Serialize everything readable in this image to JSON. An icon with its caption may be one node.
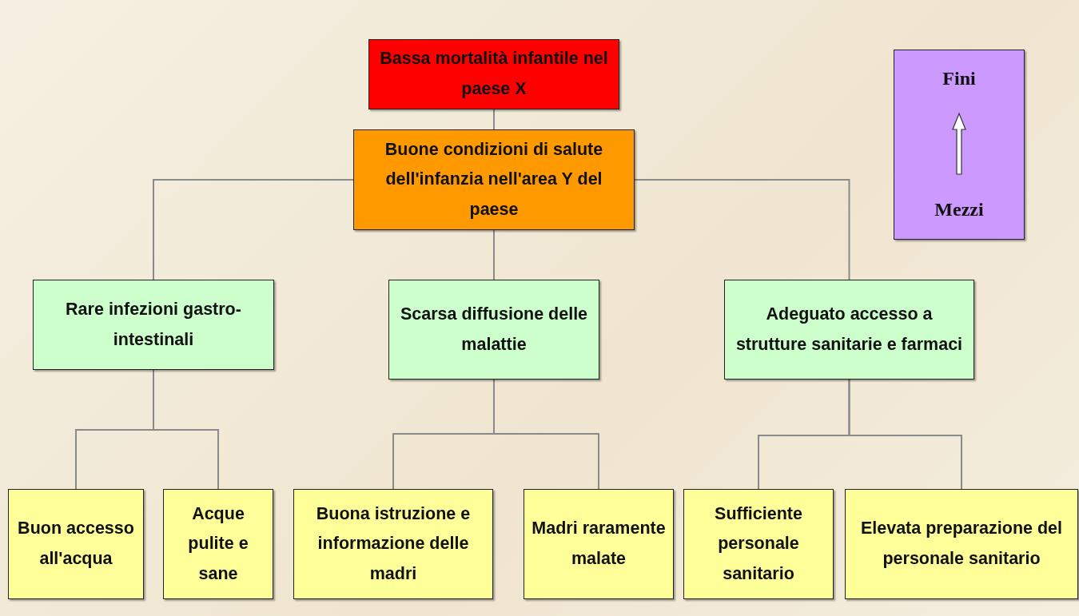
{
  "diagram": {
    "nodes": [
      {
        "text": [
          "Bassa mortalità infantile nel paese X"
        ]
      },
      {
        "text": [
          "Buone condizioni di salute dell'infanzia nell'area Y del paese"
        ]
      },
      {
        "text": [
          "Rare infezioni gastro-intestinali"
        ]
      },
      {
        "text": [
          "Scarsa diffusione delle malattie"
        ]
      },
      {
        "text": [
          "Adeguato accesso a strutture sanitarie e farmaci"
        ]
      },
      {
        "text": [
          "Buon accesso all'acqua"
        ]
      },
      {
        "text": [
          "Acque pulite e sane"
        ]
      },
      {
        "text": [
          "Buona istruzione e informazione delle madri"
        ]
      },
      {
        "text": [
          "Madri raramente malate"
        ]
      },
      {
        "text": [
          "Sufficiente personale sanitario"
        ]
      },
      {
        "text": [
          "Elevata preparazione del personale sanitario"
        ]
      },
      {
        "text": [
          "Fini",
          "Mezzi"
        ]
      }
    ],
    "edges": [
      {
        "from": 0,
        "to": 1,
        "arrow": "none"
      },
      {
        "from": 1,
        "to": 2,
        "arrow": "none"
      },
      {
        "from": 1,
        "to": 3,
        "arrow": "none"
      },
      {
        "from": 1,
        "to": 4,
        "arrow": "none"
      },
      {
        "from": 2,
        "to": 5,
        "arrow": "none"
      },
      {
        "from": 2,
        "to": 6,
        "arrow": "none"
      },
      {
        "from": 3,
        "to": 7,
        "arrow": "none"
      },
      {
        "from": 3,
        "to": 8,
        "arrow": "none"
      },
      {
        "from": 4,
        "to": 9,
        "arrow": "none"
      },
      {
        "from": 4,
        "to": 10,
        "arrow": "none"
      }
    ]
  }
}
